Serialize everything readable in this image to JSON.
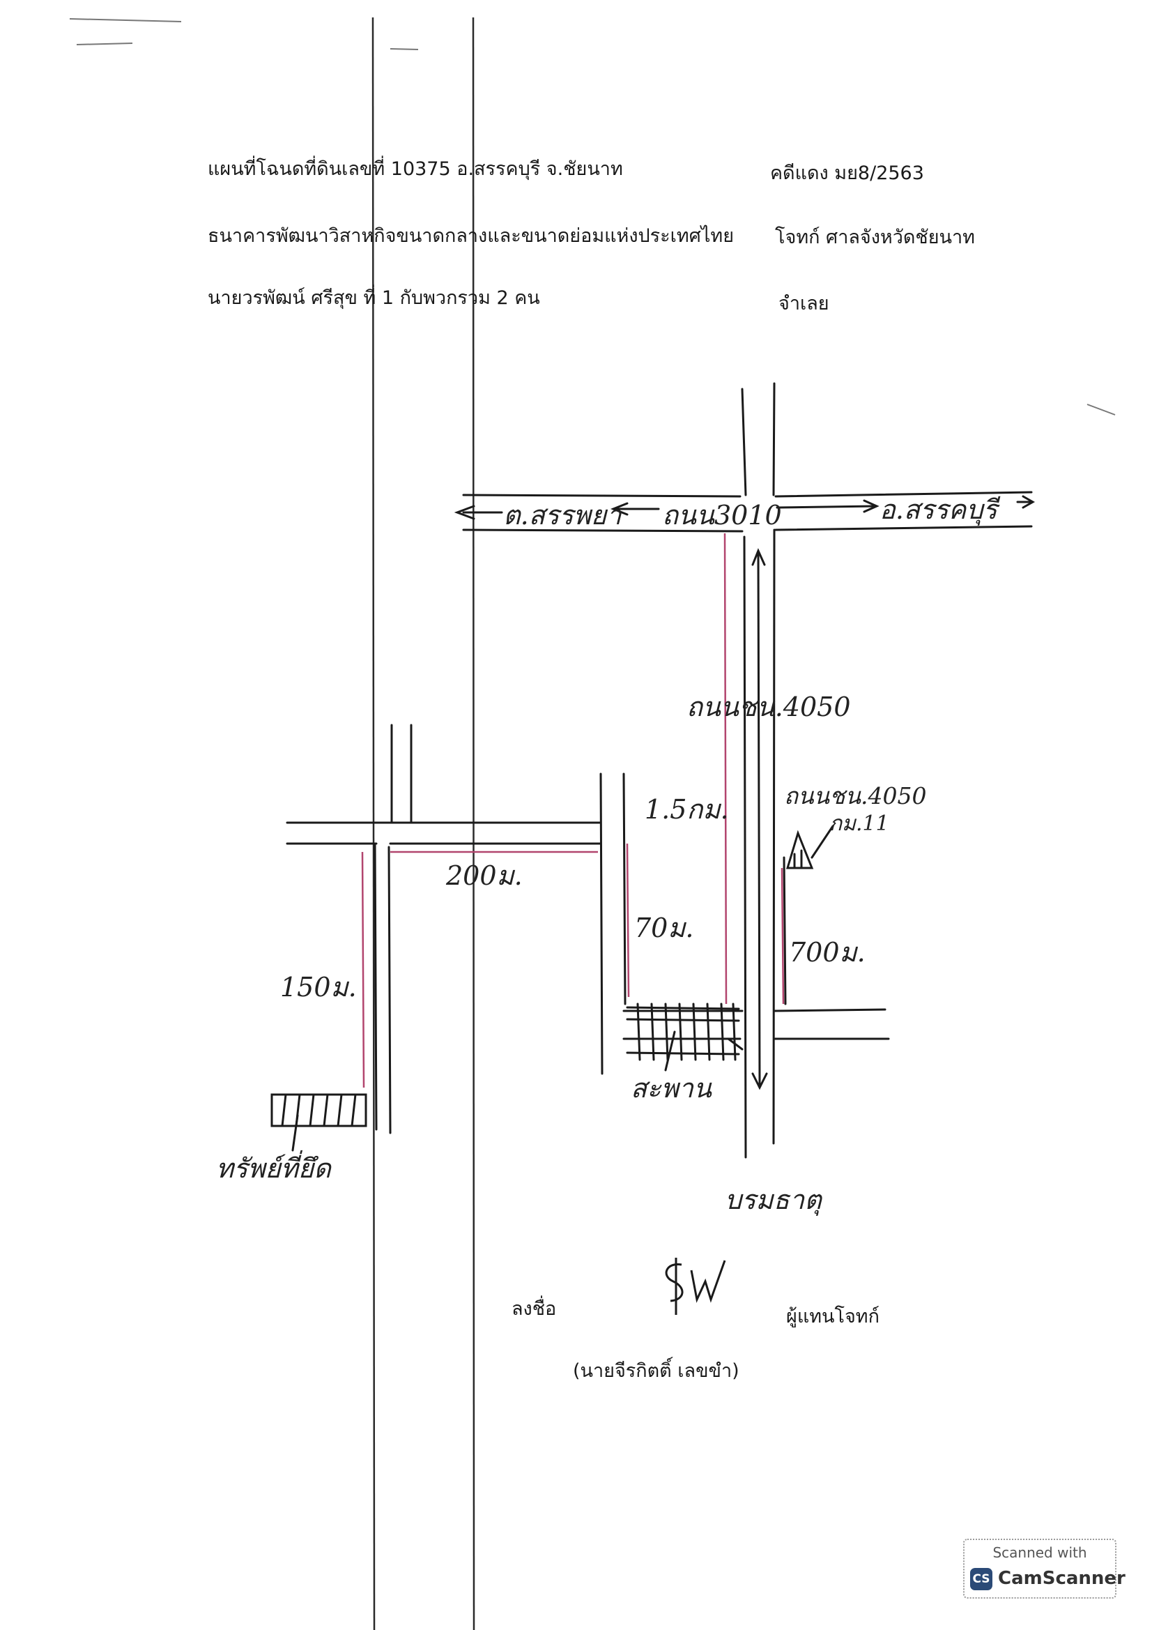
{
  "header": {
    "deed_line": "แผนที่โฉนดที่ดินเลขที่ 10375 อ.สรรคบุรี จ.ชัยนาท",
    "case_number": "คดีแดง มย8/2563",
    "plaintiff_name": "ธนาคารพัฒนาวิสาหกิจขนาดกลางและขนาดย่อมแห่งประเทศไทย",
    "plaintiff_role": "โจทก์ ศาลจังหวัดชัยนาท",
    "defendant_name": "นายวรพัฒน์ ศรีสุข ที่ 1 กับพวกรวม 2 คน",
    "defendant_role": "จำเลย"
  },
  "map": {
    "west_label": "ต.สรรพยา",
    "road_3010": "ถนน3010",
    "east_label": "อ.สรรคบุรี",
    "road_4050_main": "ถนนชน.4050",
    "road_4050_marker": "ถนนชน.4050",
    "km_marker": "กม.11",
    "dist_1_5km": "1.5กม.",
    "dist_200m": "200ม.",
    "dist_70m": "70ม.",
    "dist_700m": "700ม.",
    "dist_150m": "150ม.",
    "bridge": "สะพาน",
    "seized_property": "ทรัพย์ที่ยึด",
    "south_label": "บรมธาตุ"
  },
  "signature": {
    "sign_label": "ลงชื่อ",
    "signer_role": "ผู้แทนโจทก์",
    "signer_name": "(นายจีรกิตติ์ เลขขำ)"
  },
  "badge": {
    "scanned_with": "Scanned with",
    "logo_text": "CS",
    "app_name": "CamScanner"
  }
}
